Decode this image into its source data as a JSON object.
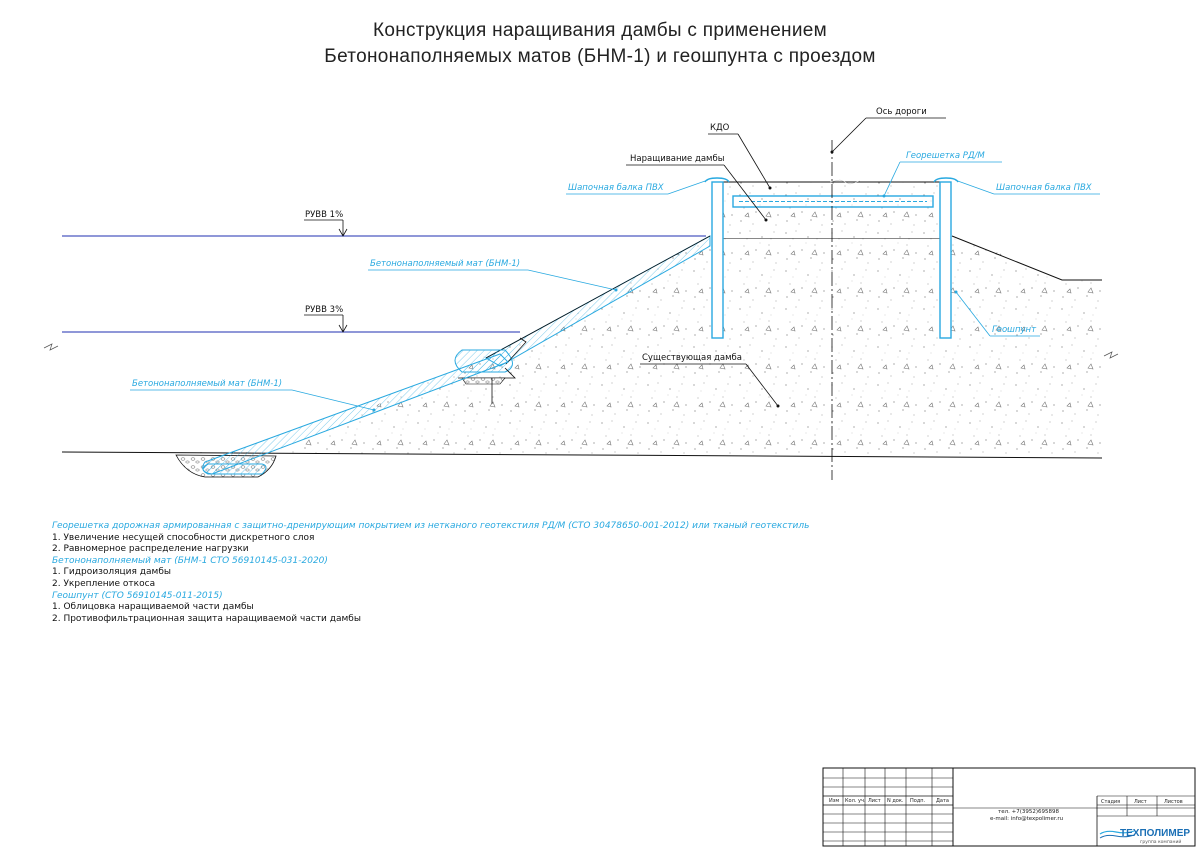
{
  "title": {
    "line1": "Конструкция наращивания дамбы с применением",
    "line2": "Бетононаполняемых матов (БНМ-1) и геошпунта с проездом"
  },
  "labels": {
    "kdo": "КДО",
    "road_axis": "Ось дороги",
    "dam_extension": "Наращивание дамбы",
    "geogrid": "Георешетка РД/М",
    "cap_beam_left": "Шапочная балка ПВХ",
    "cap_beam_right": "Шапочная балка ПВХ",
    "ruvv1": "РУВВ 1%",
    "ruvv3": "РУВВ 3%",
    "mat_upper": "Бетононаполняемый мат (БНМ-1)",
    "mat_lower": "Бетононаполняемый мат (БНМ-1)",
    "geosheet": "Геошпунт",
    "existing_dam": "Существующая дамба"
  },
  "notes": [
    {
      "kind": "h",
      "text": "Георешетка дорожная армированная с защитно-дренирующим покрытием из нетканого геотекстиля РД/М (СТО 30478650-001-2012) или тканый геотекстиль"
    },
    {
      "kind": "i",
      "text": "1. Увеличение несущей способности дискретного слоя"
    },
    {
      "kind": "i",
      "text": "2. Равномерное распределение нагрузки"
    },
    {
      "kind": "h",
      "text": "Бетононаполняемый мат (БНМ-1 СТО 56910145-031-2020)"
    },
    {
      "kind": "i",
      "text": "1. Гидроизоляция дамбы"
    },
    {
      "kind": "i",
      "text": "2. Укрепление откоса"
    },
    {
      "kind": "h",
      "text": "Геошпунт (СТО 56910145-011-2015)"
    },
    {
      "kind": "i",
      "text": "1. Облицовка наращиваемой части дамбы"
    },
    {
      "kind": "i",
      "text": "2. Противофильтрационная защита наращиваемой части дамбы"
    }
  ],
  "stamp": {
    "headers": [
      "Изм",
      "Кол. уч.",
      "Лист",
      "N док.",
      "Подп.",
      "Дата"
    ],
    "right_headers": [
      "Стадия",
      "Лист",
      "Листов"
    ],
    "phone": "тел. +7(3952)695898",
    "email": "e-mail: info@texpolimer.ru",
    "logo": "ТЕХПОЛИМЕР",
    "logo_sub": "группа компаний"
  },
  "colors": {
    "accent": "#29a9e0",
    "water_line": "#1f2fb0",
    "line": "#111111"
  }
}
